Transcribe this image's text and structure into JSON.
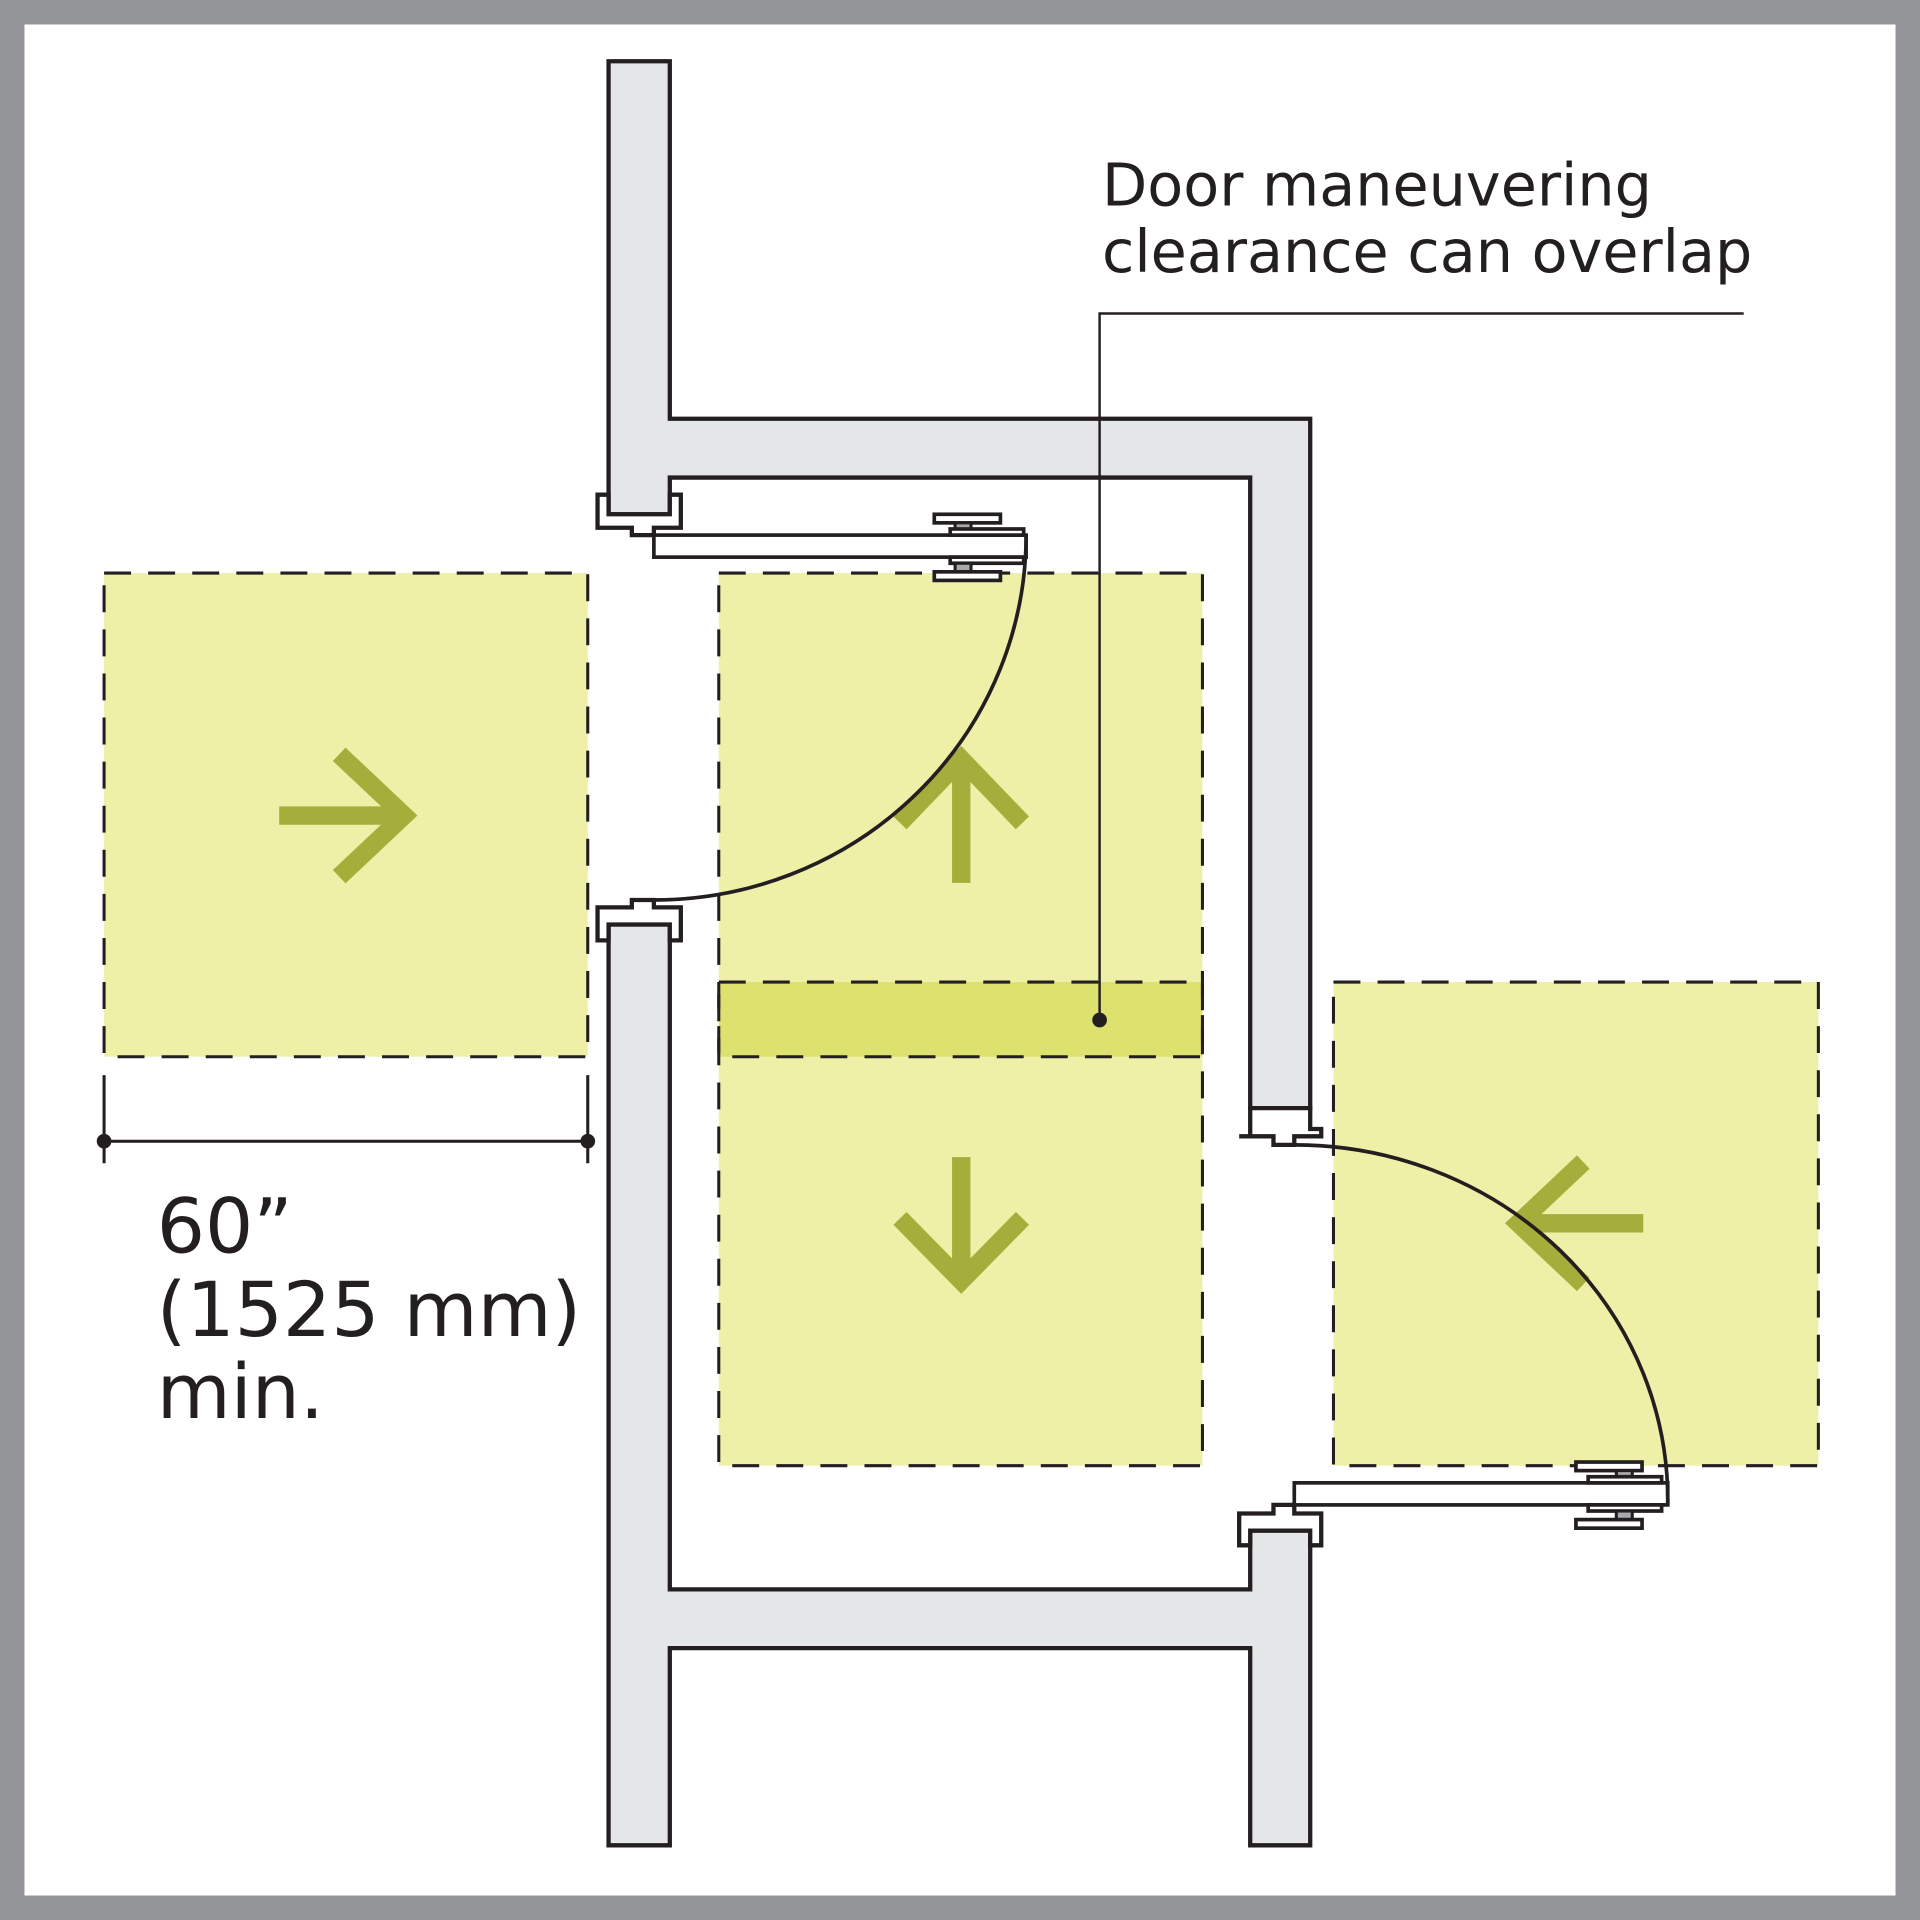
{
  "figure": {
    "title": "Door maneuvering clearance diagram",
    "colors": {
      "border": "#939598",
      "background": "#ffffff",
      "wall_fill": "#e5e6e7",
      "line": "#231f20",
      "clearance_fill": "#eef0a7",
      "overlap_fill": "#dde26e",
      "arrow": "#a5ad3b"
    }
  },
  "callout": {
    "line1": "Door maneuvering",
    "line2": "clearance can overlap"
  },
  "dimension": {
    "value": "60”",
    "metric": "(1525 mm)",
    "qualifier": "min."
  },
  "clearances": [
    {
      "id": "left",
      "arrow": "right-arrow"
    },
    {
      "id": "upper-middle",
      "arrow": "up-arrow"
    },
    {
      "id": "lower-middle",
      "arrow": "down-arrow"
    },
    {
      "id": "right",
      "arrow": "left-arrow"
    }
  ]
}
